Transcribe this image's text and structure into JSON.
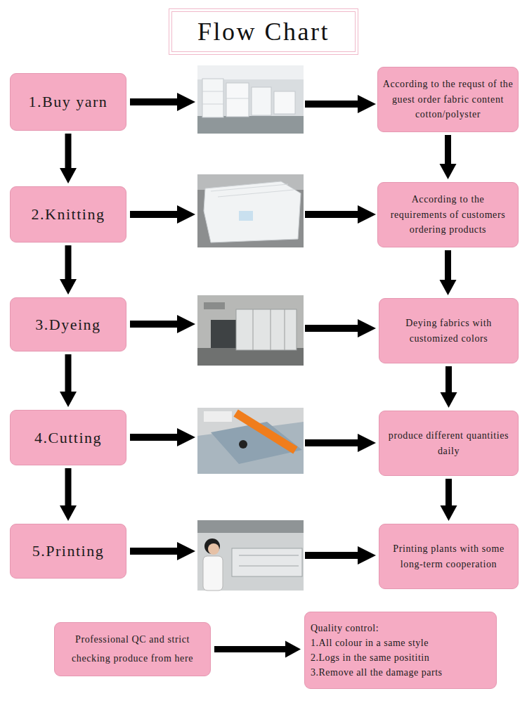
{
  "diagram": {
    "title": "Flow Chart",
    "nodes": [
      {
        "text": [
          "1.Buy yarn"
        ]
      },
      {
        "text": [
          "According to the requst of the guest order fabric content cotton/polyster"
        ]
      },
      {
        "text": [
          "2.Knitting"
        ]
      },
      {
        "text": [
          "According to the requirements of customers ordering products"
        ]
      },
      {
        "text": [
          "3.Dyeing"
        ]
      },
      {
        "text": [
          "Deying fabrics with customized colors"
        ]
      },
      {
        "text": [
          "4.Cutting"
        ]
      },
      {
        "text": [
          "produce different quantities daily"
        ]
      },
      {
        "text": [
          "5.Printing"
        ]
      },
      {
        "text": [
          "Printing plants with some long-term cooperation"
        ]
      },
      {
        "text": [
          "Professional QC and strict checking produce from here"
        ]
      },
      {
        "text": [
          "Quality control:",
          "1.All colour in a same style",
          "2.Logs in the same posititin",
          "3.Remove all the damage parts"
        ]
      }
    ],
    "edges": [
      {
        "from": 0,
        "to": 2,
        "arrow": "to"
      },
      {
        "from": 2,
        "to": 4,
        "arrow": "to"
      },
      {
        "from": 4,
        "to": 6,
        "arrow": "to"
      },
      {
        "from": 6,
        "to": 8,
        "arrow": "to"
      },
      {
        "from": 1,
        "to": 3,
        "arrow": "to"
      },
      {
        "from": 3,
        "to": 5,
        "arrow": "to"
      },
      {
        "from": 5,
        "to": 7,
        "arrow": "to"
      },
      {
        "from": 7,
        "to": 9,
        "arrow": "to"
      },
      {
        "from": 10,
        "to": 11,
        "arrow": "to"
      }
    ]
  }
}
